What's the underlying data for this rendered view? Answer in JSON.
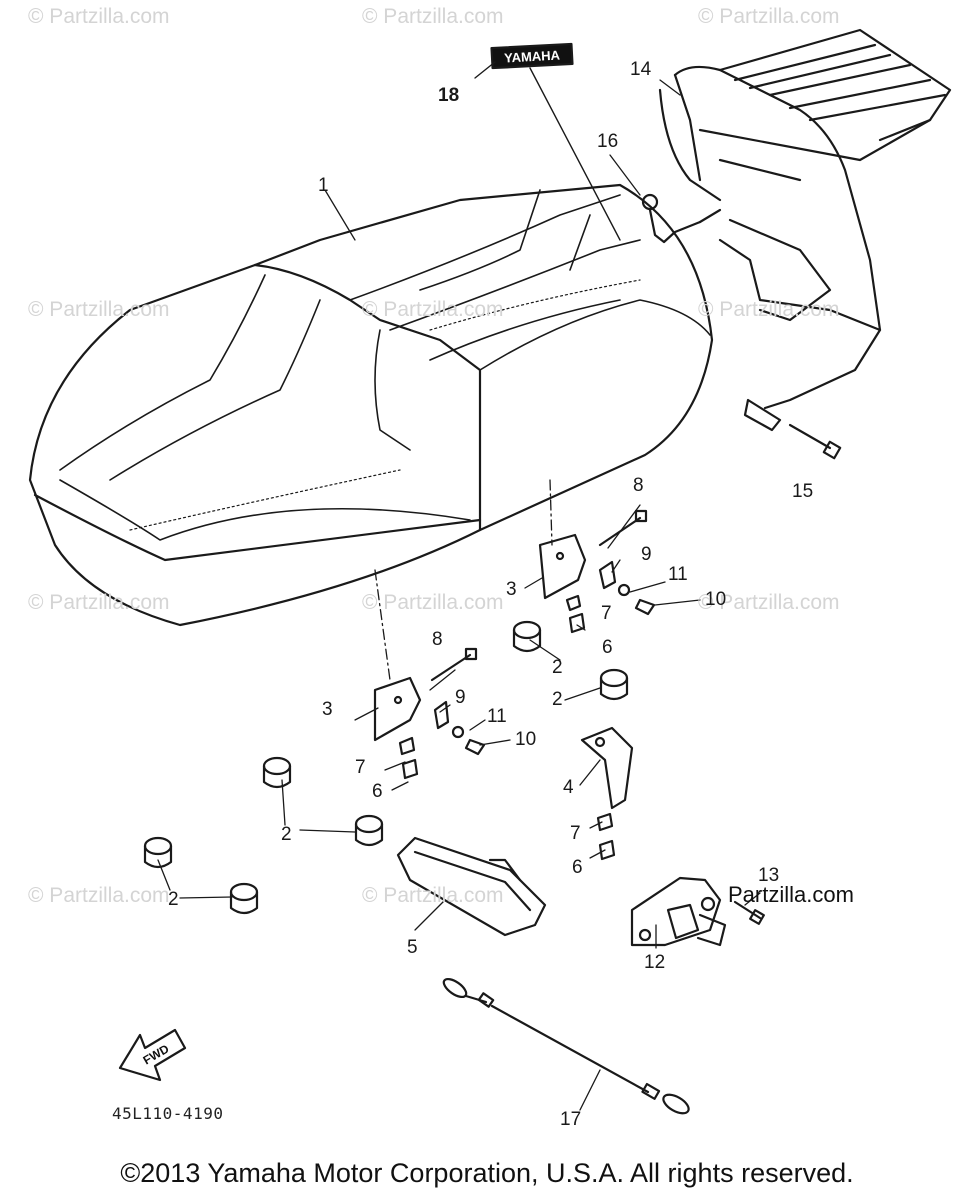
{
  "watermark": "© Partzilla.com",
  "brand_mark": "Partzilla.com",
  "diagram_code": "45L110-4190",
  "fwd_label": "FWD",
  "emblem_text": "YAMAHA",
  "copyright": "©2013  Yamaha Motor Corporation, U.S.A. All rights reserved.",
  "callouts": {
    "c1": "1",
    "c2a": "2",
    "c2b": "2",
    "c2c": "2",
    "c2d": "2",
    "c3a": "3",
    "c3b": "3",
    "c4": "4",
    "c5": "5",
    "c6a": "6",
    "c6b": "6",
    "c6c": "6",
    "c7a": "7",
    "c7b": "7",
    "c7c": "7",
    "c8a": "8",
    "c8b": "8",
    "c9a": "9",
    "c9b": "9",
    "c10a": "10",
    "c10b": "10",
    "c11a": "11",
    "c11b": "11",
    "c12": "12",
    "c13": "13",
    "c14": "14",
    "c15": "15",
    "c16": "16",
    "c17": "17",
    "c18": "18"
  }
}
